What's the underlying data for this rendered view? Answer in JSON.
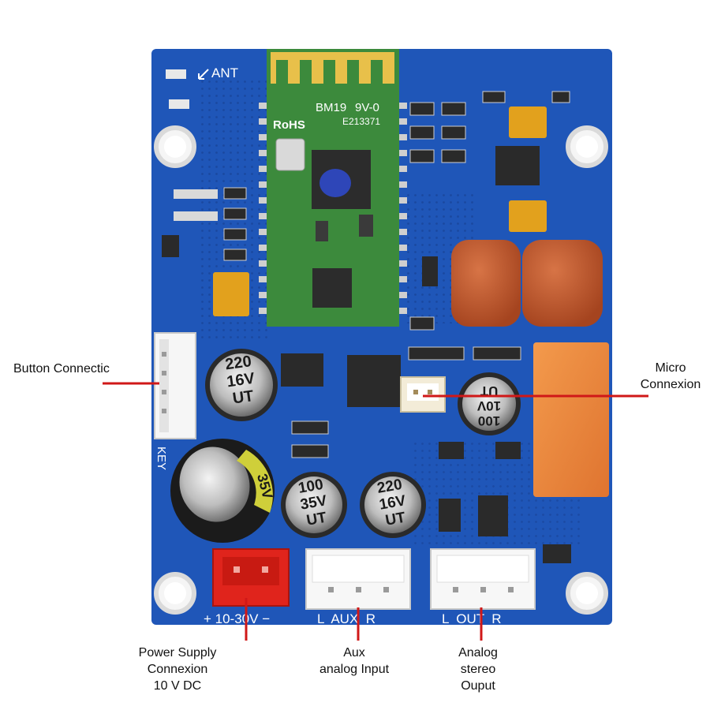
{
  "board": {
    "colors": {
      "pcb": "#1f56b8",
      "pcb_dark": "#16449a",
      "module": "#3c8a3c",
      "antenna_gold": "#e8c04a",
      "cap_orange": "#b8532c",
      "relay_orange": "#e9843a",
      "connector_red": "#e0241c",
      "leader_red": "#d01818"
    },
    "silkscreen": {
      "antenna": "ANT",
      "module_id": "BM19",
      "module_code": "9V-0",
      "module_serial": "E213371",
      "rohs": "RoHS",
      "key": "KEY",
      "power": "+ 10-30V −",
      "aux": "L  AUX  R",
      "out": "L  OUT  R"
    },
    "capacitors": [
      {
        "value": "220",
        "voltage": "16V",
        "brand": "UT"
      },
      {
        "value": "100",
        "voltage": "10V",
        "brand": "UT"
      },
      {
        "value": "100",
        "voltage": "35V",
        "brand": "UT"
      },
      {
        "value": "220",
        "voltage": "16V",
        "brand": "UT"
      },
      {
        "value": "",
        "voltage": "35V",
        "brand": ""
      }
    ]
  },
  "labels": {
    "button": {
      "lines": [
        "Button Connectic"
      ]
    },
    "micro": {
      "lines": [
        "Micro",
        "Connexion"
      ]
    },
    "power": {
      "lines": [
        "Power Supply",
        "Connexion",
        "10 V DC"
      ]
    },
    "aux": {
      "lines": [
        "Aux",
        "analog Input"
      ]
    },
    "analog": {
      "lines": [
        "Analog",
        "stereo",
        "Ouput"
      ]
    }
  }
}
